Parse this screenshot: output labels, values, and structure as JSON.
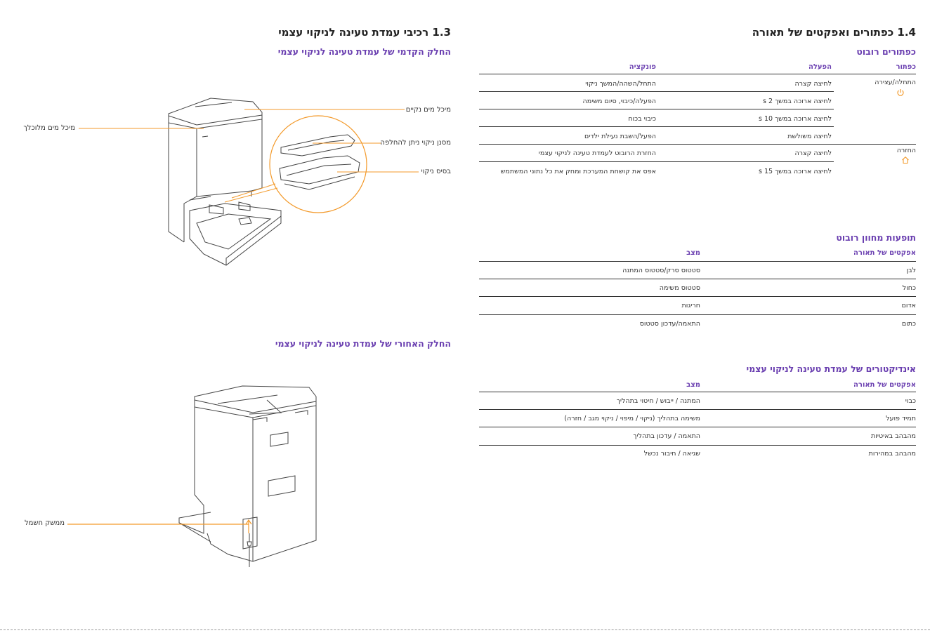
{
  "left_page": {
    "section_title": "1.3 רכיבי עמדת טעינה לניקוי עצמי",
    "front_title": "החלק הקדמי של עמדת טעינה לניקוי עצמי",
    "back_title": "החלק האחורי של עמדת טעינה לניקוי עצמי",
    "callouts": {
      "clean_water": "מיכל מים נקיים",
      "dirty_water": "מיכל מים מלוכלך",
      "filter": "מסנן ניקוי ניתן להחלפה",
      "base": "בסיס ניקוי",
      "power": "ממשק חשמל"
    }
  },
  "right_page": {
    "section_title": "1.4 כפתורים ואפקטים של תאורה",
    "buttons": {
      "title": "כפתורים רובוט",
      "headers": {
        "button": "כפתור",
        "operation": "הפעלה",
        "function": "פונקציה"
      },
      "groups": [
        {
          "name": "התחלה/עצירה",
          "icon": "power-icon",
          "rows": [
            {
              "operation": "לחיצה קצרה",
              "function": "התחל/השהה/המשך ניקוי"
            },
            {
              "operation": "לחיצה ארוכה במשך 2 s",
              "function": "הפעלה/כיבוי, סיום משימה"
            },
            {
              "operation": "לחיצה ארוכה במשך 10 s",
              "function": "כיבוי בכוח"
            },
            {
              "operation": "לחיצה משולשת",
              "function": "הפעל/השבת נעילת ילדים"
            }
          ]
        },
        {
          "name": "החזרה",
          "icon": "home-icon",
          "rows": [
            {
              "operation": "לחיצה קצרה",
              "function": "החזרת הרובוט לעמדת טעינה לניקוי עצמי"
            },
            {
              "operation": "לחיצה ארוכה במשך 15 s",
              "function": "אפס את קושחת המערכת ומחק את כל נתוני המשתמש"
            }
          ]
        }
      ]
    },
    "indicators": {
      "title": "תופעות מחוון רובוט",
      "headers": {
        "effect": "אפקטים של תאורה",
        "state": "מצב"
      },
      "rows": [
        {
          "effect": "לבן",
          "state": "סטטוס סרק/סטטוס המתנה"
        },
        {
          "effect": "כחול",
          "state": "סטטוס משימה"
        },
        {
          "effect": "אדום",
          "state": "חריגות"
        },
        {
          "effect": "כתום",
          "state": "התאמה/עדכון סטטוס"
        }
      ]
    },
    "dock_indicators": {
      "title": "אינדיקטורים של עמדת טעינה לניקוי עצמי",
      "headers": {
        "effect": "אפקטים של תאורה",
        "state": "מצב"
      },
      "rows": [
        {
          "effect": "כבוי",
          "state": "המתנה / ייבוש / חיטוי בתהליך"
        },
        {
          "effect": "תמיד פועל",
          "state": "משימה בתהליך (ניקוי / מיפוי / ניקוי מגב / חזרה)"
        },
        {
          "effect": "מהבהב באיטיות",
          "state": "התאמה / עדכון בתהליך"
        },
        {
          "effect": "מהבהב במהירות",
          "state": "שגיאה / חיבור נכשל"
        }
      ]
    }
  },
  "colors": {
    "accent": "#6a3fb0",
    "callout_line": "#f39a2b",
    "text": "#333333"
  }
}
